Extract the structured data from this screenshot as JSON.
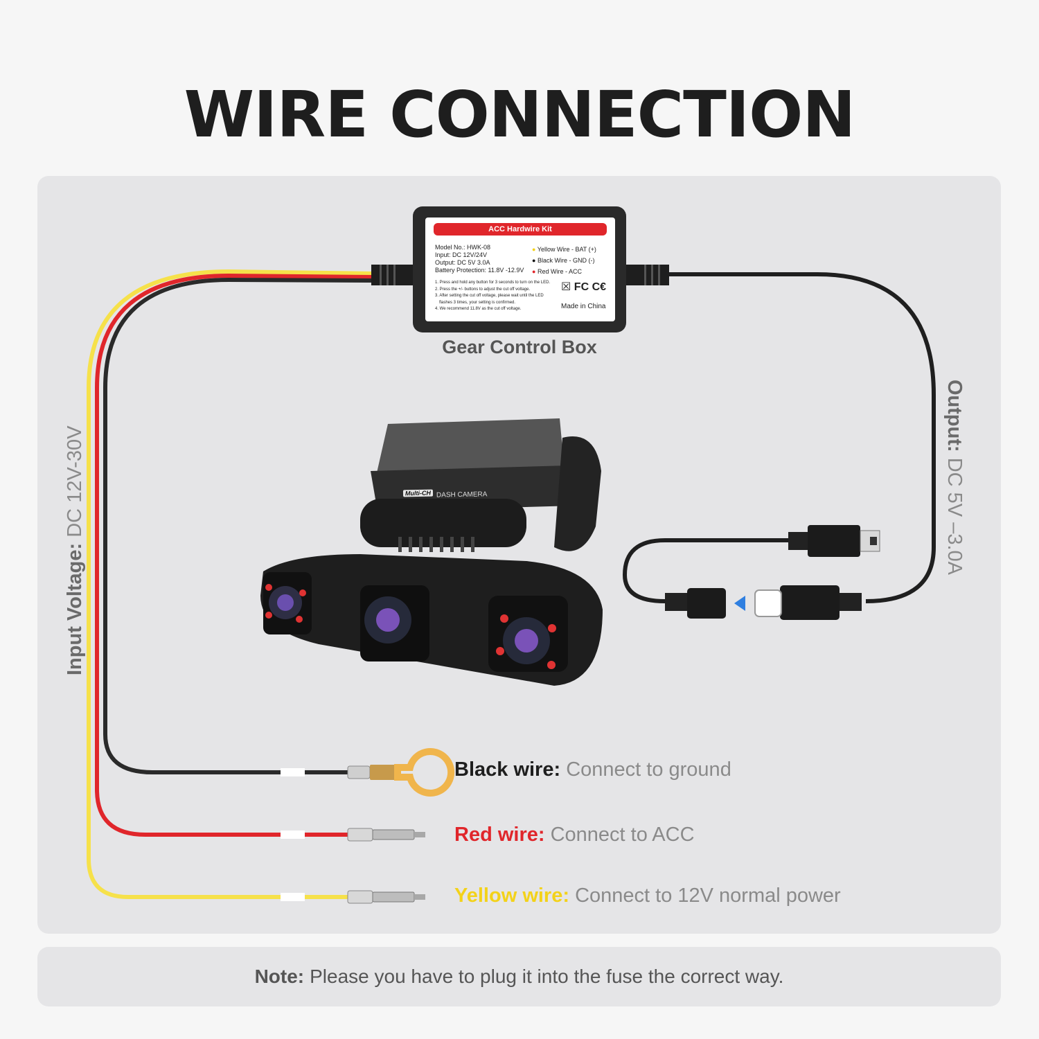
{
  "title": "WIRE CONNECTION",
  "control_box": {
    "header": "ACC Hardwire Kit",
    "model": "Model No.: HWK-08",
    "input": "Input: DC 12V/24V",
    "output": "Output: DC 5V 3.0A",
    "battery": "Battery Protection: 11.8V -12.9V",
    "legend": [
      {
        "text": "Yellow Wire - BAT (+)",
        "color": "#f3d21a"
      },
      {
        "text": "Black Wire - GND (-)",
        "color": "#111111"
      },
      {
        "text": "Red Wire - ACC",
        "color": "#e0262b"
      }
    ],
    "instructions": [
      "1. Press and hold any button for 3 seconds to turn on the LED.",
      "2. Press the +/- buttons to adjust the cut off voltage.",
      "3. After setting the cut off voltage, please wait until the LED",
      "flashes 3 times, your setting is confirmed.",
      "4. We recommend 11.8V as the cut off voltage."
    ],
    "certs": "☒ FC C€",
    "made_in": "Made in China",
    "caption": "Gear Control Box"
  },
  "camera": {
    "brand": "Multi-CH",
    "label": "DASH CAMERA"
  },
  "input_voltage": {
    "key": "Input Voltage:",
    "value": "DC 12V-30V"
  },
  "output_voltage": {
    "key": "Output:",
    "value": "DC 5V –3.0A"
  },
  "wires": [
    {
      "key": "Black wire:",
      "value": "Connect to ground",
      "color": "#1e1e1e"
    },
    {
      "key": "Red wire:",
      "value": "Connect to ACC",
      "color": "#e0262b"
    },
    {
      "key": "Yellow wire:",
      "value": "Connect to 12V normal power",
      "color": "#f3d21a"
    }
  ],
  "note": {
    "key": "Note:",
    "value": "Please you have to plug it into the fuse the correct way."
  },
  "colors": {
    "black_wire": "#2a2a2a",
    "red_wire": "#e0262b",
    "yellow_wire": "#f6e14a",
    "arrow": "#2f7fe0"
  }
}
